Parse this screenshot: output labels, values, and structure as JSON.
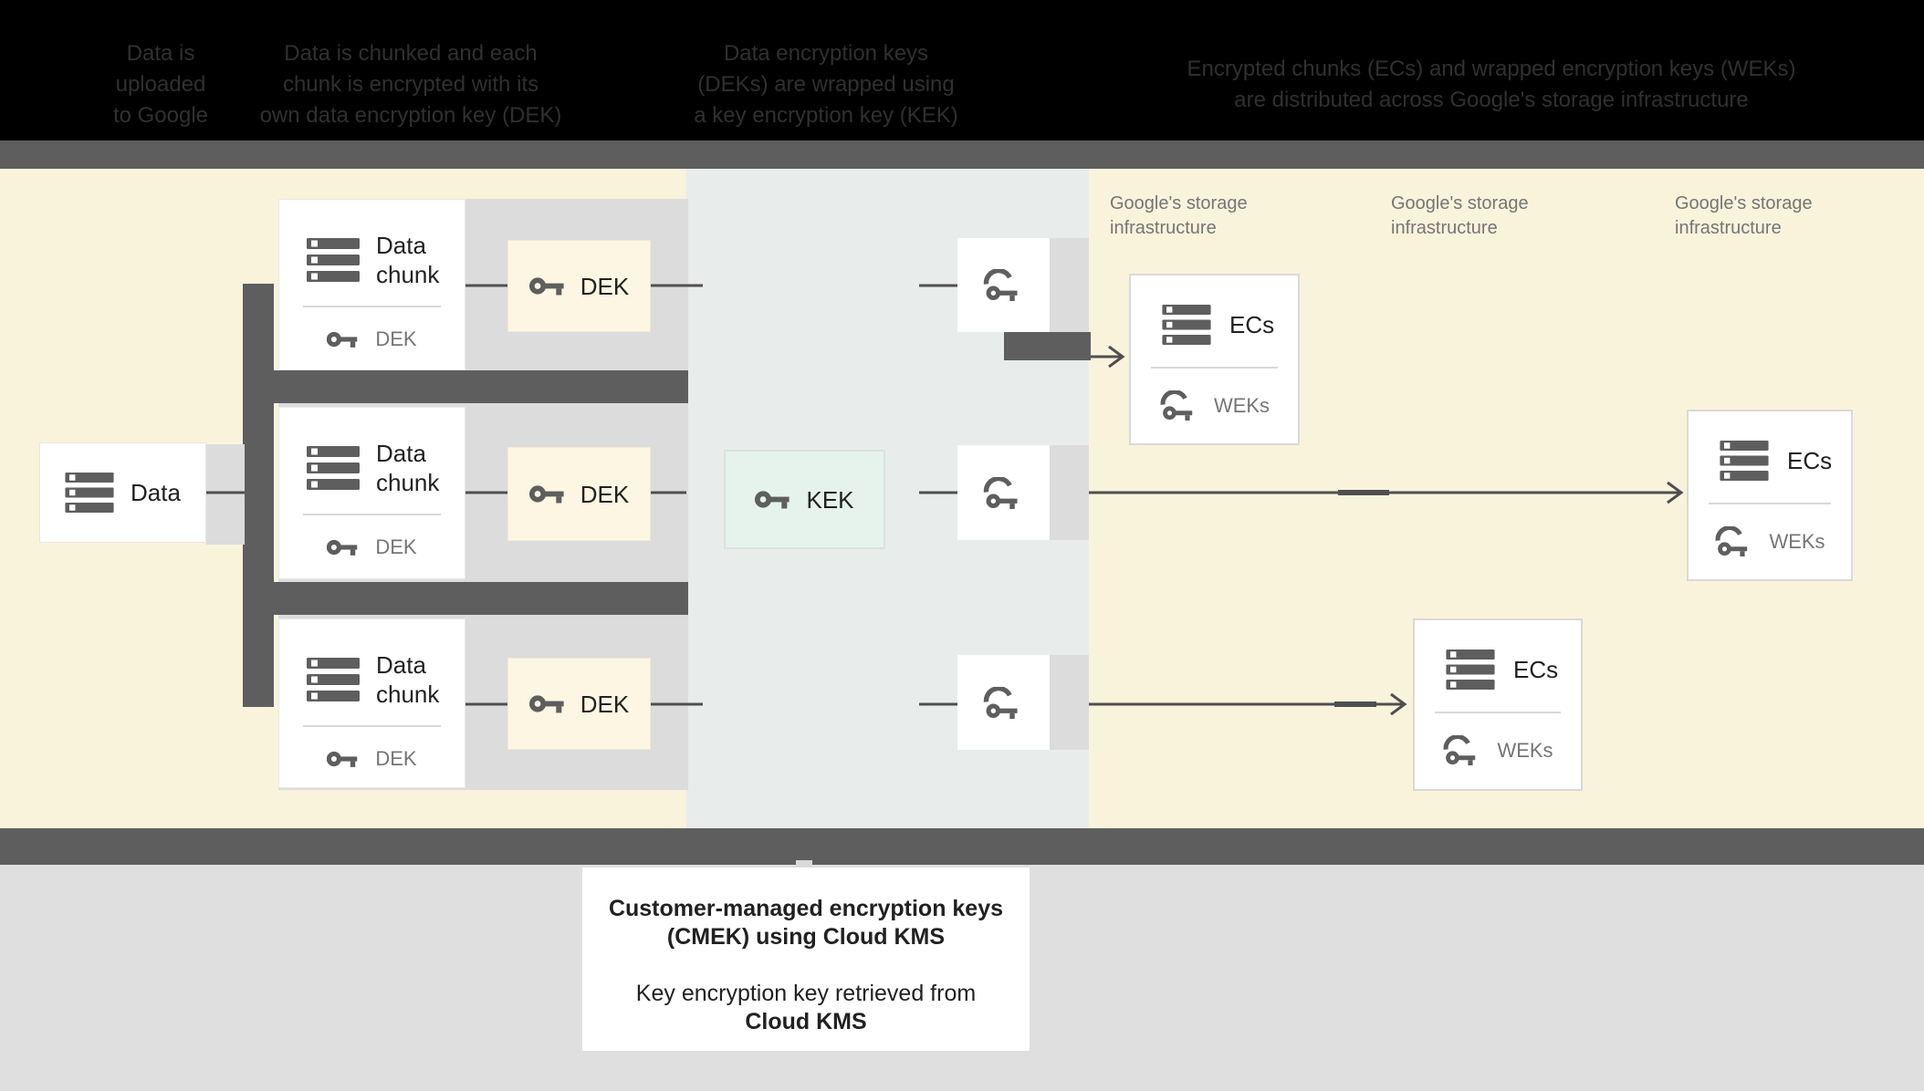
{
  "header": {
    "steps": [
      {
        "lines": [
          "Data is",
          "uploaded",
          "to Google"
        ]
      },
      {
        "lines": [
          "Data is chunked and each",
          "chunk is encrypted with its",
          "own data encryption key (DEK)"
        ]
      },
      {
        "lines": [
          "Data encryption keys",
          "(DEKs) are wrapped using",
          "a key encryption key (KEK)"
        ]
      },
      {
        "lines": [
          "Encrypted chunks (ECs) and wrapped encryption keys (WEKs)",
          "are distributed across Google's storage infrastructure"
        ]
      }
    ]
  },
  "diagram": {
    "data_box": {
      "label": "Data"
    },
    "chunk_rows": [
      {
        "title": "Data chunk",
        "key_label": "DEK",
        "dek_label": "DEK"
      },
      {
        "title": "Data chunk",
        "key_label": "DEK",
        "dek_label": "DEK"
      },
      {
        "title": "Data chunk",
        "key_label": "DEK",
        "dek_label": "DEK"
      }
    ],
    "kek": {
      "label": "KEK"
    },
    "storage_columns": [
      {
        "label": "Google's storage infrastructure"
      },
      {
        "label": "Google's storage infrastructure"
      },
      {
        "label": "Google's storage infrastructure"
      }
    ],
    "ec_boxes": [
      {
        "title": "ECs",
        "key_label": "WEKs"
      },
      {
        "title": "ECs",
        "key_label": "WEKs"
      },
      {
        "title": "ECs",
        "key_label": "WEKs"
      }
    ],
    "icons": {
      "database": "database-icon",
      "key": "key-icon",
      "wrapped_key": "wrapped-key-icon"
    }
  },
  "footer": {
    "title_lines": [
      "Customer-managed encryption keys",
      "(CMEK) using Cloud KMS"
    ],
    "subtitle_line": "Key encryption key retrieved from",
    "subtitle_bold": "Cloud KMS"
  },
  "colors": {
    "page_bg": "#ffffff",
    "header_bg": "#000000",
    "header_text": "#303030",
    "band_dark": "#5e5e5e",
    "area_beige": "#faf3dc",
    "area_blue": "#e8eceb",
    "panel_gray": "#dcdcdc",
    "bottom_gray": "#dfdfdf",
    "box_white": "#ffffff",
    "dek_cream": "#fcf6e2",
    "kek_mint": "#e6f2ec",
    "icon_gray": "#5e5e5e",
    "text_primary": "#212121",
    "text_secondary": "#757575",
    "wire": "#4f4f4f"
  }
}
